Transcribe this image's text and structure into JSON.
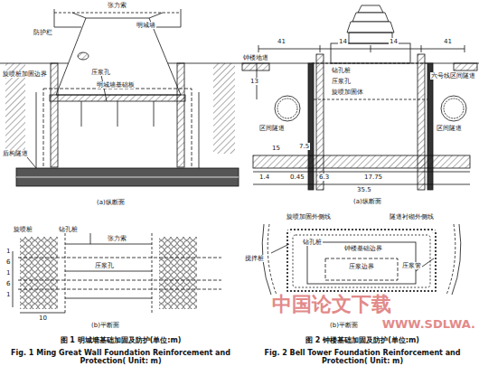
{
  "diagram": {
    "labels": [
      "张力索",
      "防护栏",
      "明城墙",
      "旋喷桩加固边界",
      "压浆孔",
      "明城墙基础板",
      "盾构隧道",
      "(a)纵断面",
      "旋喷桩",
      "钻孔桩",
      "张力索",
      "压浆孔",
      "10",
      "1",
      "6",
      "1",
      "6",
      "1",
      "(b)平断面",
      "图 1 明城墙基础加固及防护(单位:m)",
      "Fig. 1 Ming Great Wall Foundation Reinforcement and Protection( Unit: m)",
      "41",
      "14",
      "14",
      "41",
      "13",
      "钻孔桩",
      "压浆孔",
      "旋喷加固体",
      "区间隧道",
      "区间隧道",
      "六号线区间隧道",
      "钟楼地道",
      "7.5",
      "15",
      "1.4",
      "0.45",
      "6.3",
      "17.75",
      "35.5",
      "(a)纵断面",
      "旋喷加固外侧线",
      "隧道衬砌外侧线",
      "钻孔桩",
      "搅拌桩",
      "压浆管",
      "钟楼基础边界",
      "压浆边界",
      "(b)平断面",
      "图 2 钟楼基础加固及防护(单位:m)",
      "Fig. 2 Bell Tower Foundation Reinforcement and Protection( Unit: m)",
      "中国论文下载",
      "WWW.SDLWA."
    ]
  }
}
